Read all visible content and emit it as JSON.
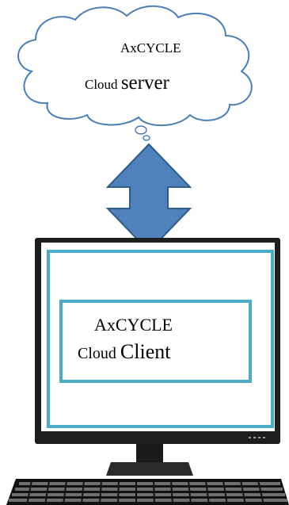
{
  "server": {
    "line1": "AxCYCLE",
    "line2_small": "Cloud",
    "line2_big": "server"
  },
  "client": {
    "line1": "AxCYCLE",
    "line2_small": "Cloud",
    "line2_big": "Client"
  },
  "colors": {
    "cloud_fill": "#ffffff",
    "cloud_stroke": "#4a7fb5",
    "arrow_fill": "#4f81bd",
    "arrow_stroke": "#2e5d8c",
    "screen_border": "#4bacc6",
    "monitor_bezel": "#1e1e1e"
  }
}
